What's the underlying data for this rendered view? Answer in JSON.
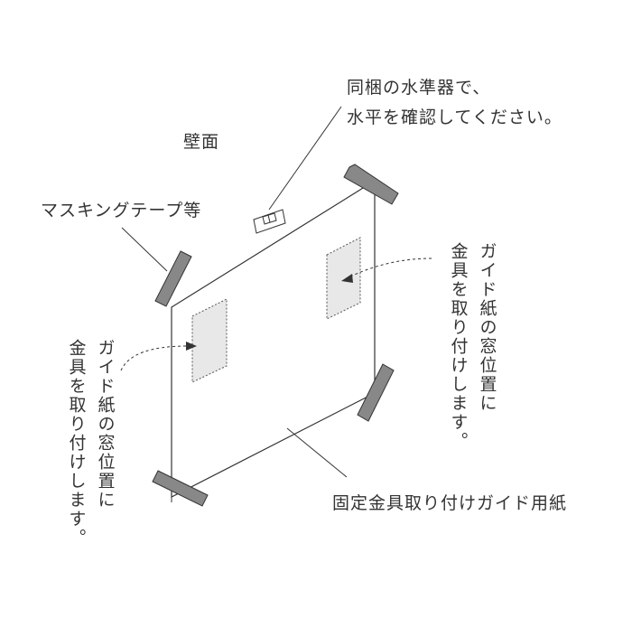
{
  "labels": {
    "level_line1": "同梱の水準器で、",
    "level_line2": "水平を確認してください。",
    "wall": "壁面",
    "masking_tape": "マスキングテープ等",
    "guide_paper": "固定金具取り付けガイド用紙",
    "window_right_col1": "ガイド紙の窓位置に",
    "window_right_col2": "金具を取り付けします。",
    "window_left_col1": "ガイド紙の窓位置に",
    "window_left_col2": "金具を取り付けします。"
  },
  "colors": {
    "stroke": "#333333",
    "tape_fill": "#888888",
    "window_fill": "#e8e8e8",
    "background": "#ffffff"
  }
}
